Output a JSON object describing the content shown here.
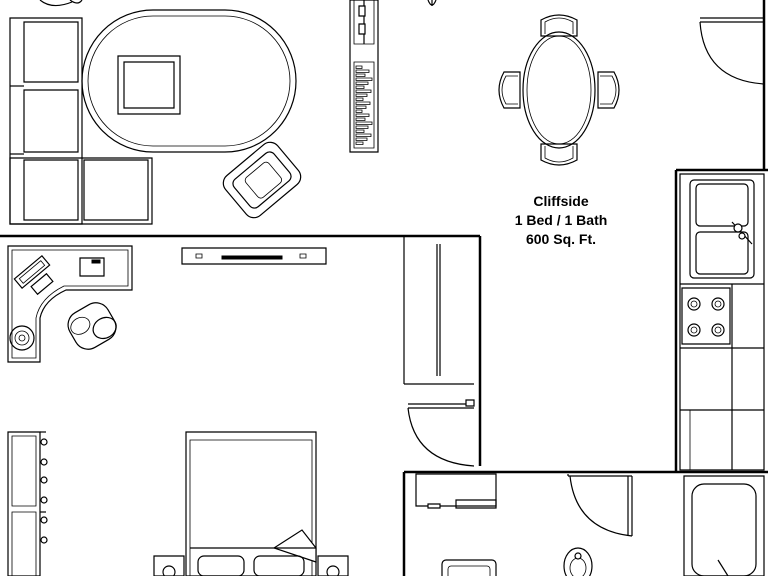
{
  "plan": {
    "name": "Cliffside",
    "bed_bath": "1 Bed / 1 Bath",
    "area": "600 Sq. Ft."
  }
}
